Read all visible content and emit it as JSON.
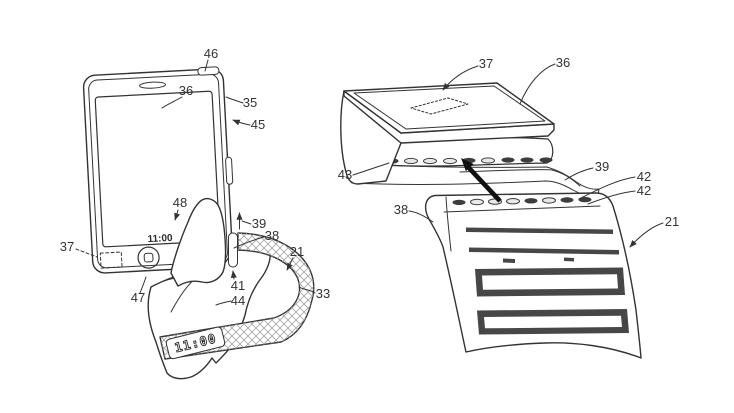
{
  "figure_title": "wearable-band-and-phone-patent-drawing",
  "left_view": {
    "screen_time": "11:00",
    "band_time": "11:00",
    "labels": {
      "l46": "46",
      "l36": "36",
      "l35": "35",
      "l45": "45",
      "l48": "48",
      "l37": "37",
      "l47": "47",
      "l41": "41",
      "l44": "44",
      "l39": "39",
      "l38": "38",
      "l21": "21",
      "l33": "33"
    }
  },
  "right_view": {
    "labels": {
      "l37": "37",
      "l36": "36",
      "l43": "43",
      "l39": "39",
      "l42a": "42",
      "l42b": "42",
      "l38": "38",
      "l21": "21"
    }
  },
  "colors": {
    "ink": "#333333",
    "hatch": "#a3a3a3",
    "stipple": "#b4b4b4",
    "trace_fill": "#474747",
    "background": "#ffffff"
  }
}
